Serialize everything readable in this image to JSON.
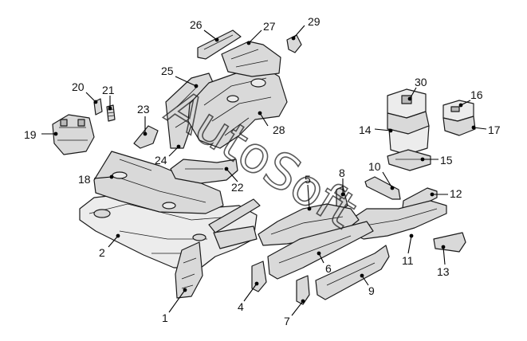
{
  "diagram": {
    "watermark": "AutoSoft",
    "callouts": [
      {
        "id": "c1",
        "label": "1"
      },
      {
        "id": "c2",
        "label": "2"
      },
      {
        "id": "c4",
        "label": "4"
      },
      {
        "id": "c5",
        "label": "5"
      },
      {
        "id": "c6",
        "label": "6"
      },
      {
        "id": "c7",
        "label": "7"
      },
      {
        "id": "c8",
        "label": "8"
      },
      {
        "id": "c9",
        "label": "9"
      },
      {
        "id": "c10",
        "label": "10"
      },
      {
        "id": "c11",
        "label": "11"
      },
      {
        "id": "c12",
        "label": "12"
      },
      {
        "id": "c13",
        "label": "13"
      },
      {
        "id": "c14",
        "label": "14"
      },
      {
        "id": "c15",
        "label": "15"
      },
      {
        "id": "c16",
        "label": "16"
      },
      {
        "id": "c17",
        "label": "17"
      },
      {
        "id": "c18",
        "label": "18"
      },
      {
        "id": "c19",
        "label": "19"
      },
      {
        "id": "c20",
        "label": "20"
      },
      {
        "id": "c21",
        "label": "21"
      },
      {
        "id": "c22",
        "label": "22"
      },
      {
        "id": "c23",
        "label": "23"
      },
      {
        "id": "c24",
        "label": "24"
      },
      {
        "id": "c25",
        "label": "25"
      },
      {
        "id": "c26",
        "label": "26"
      },
      {
        "id": "c27",
        "label": "27"
      },
      {
        "id": "c28",
        "label": "28"
      },
      {
        "id": "c29",
        "label": "29"
      },
      {
        "id": "c30",
        "label": "30"
      }
    ]
  }
}
